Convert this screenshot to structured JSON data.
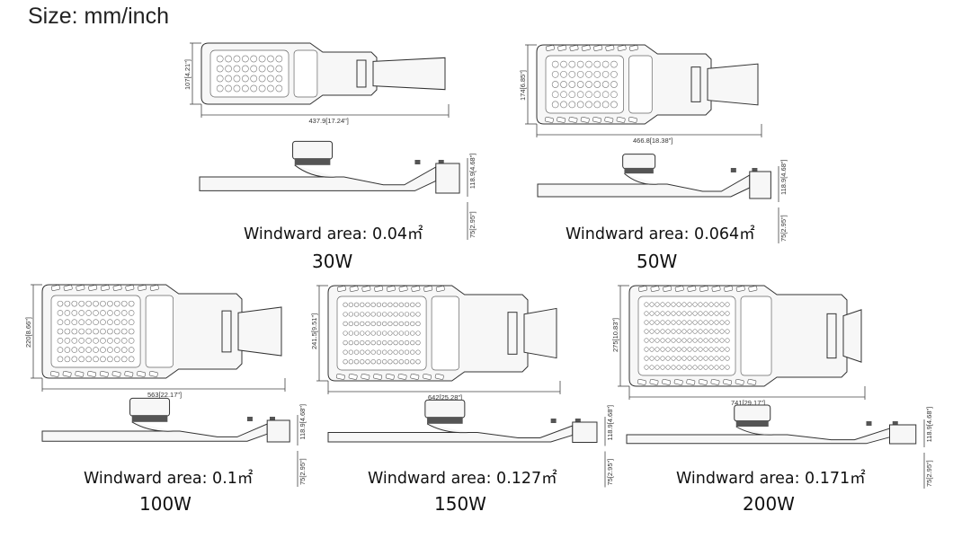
{
  "title": "Size: mm/inch",
  "lamps": [
    {
      "id": "30w",
      "watt": "30W",
      "windward": "Windward area: 0.04㎡",
      "length": "437.9[17.24\"]",
      "width": "107[4.21\"]",
      "height": "118.9[4.68\"]",
      "depth": "75[2.95\"]"
    },
    {
      "id": "50w",
      "watt": "50W",
      "windward": "Windward area: 0.064㎡",
      "length": "466.8[18.38\"]",
      "width": "174[6.85\"]",
      "height": "118.9[4.68\"]",
      "depth": "75[2.95\"]"
    },
    {
      "id": "100w",
      "watt": "100W",
      "windward": "Windward area: 0.1㎡",
      "length": "563[22.17\"]",
      "width": "220[8.66\"]",
      "height": "118.9[4.68\"]",
      "depth": "75[2.95\"]"
    },
    {
      "id": "150w",
      "watt": "150W",
      "windward": "Windward area: 0.127㎡",
      "length": "642[25.28\"]",
      "width": "241.5[9.51\"]",
      "height": "118.9[4.68\"]",
      "depth": "75[2.95\"]"
    },
    {
      "id": "200w",
      "watt": "200W",
      "windward": "Windward area: 0.171㎡",
      "length": "741[29.17\"]",
      "width": "275[10.83\"]",
      "height": "118.9[4.68\"]",
      "depth": "75[2.95\"]"
    }
  ]
}
